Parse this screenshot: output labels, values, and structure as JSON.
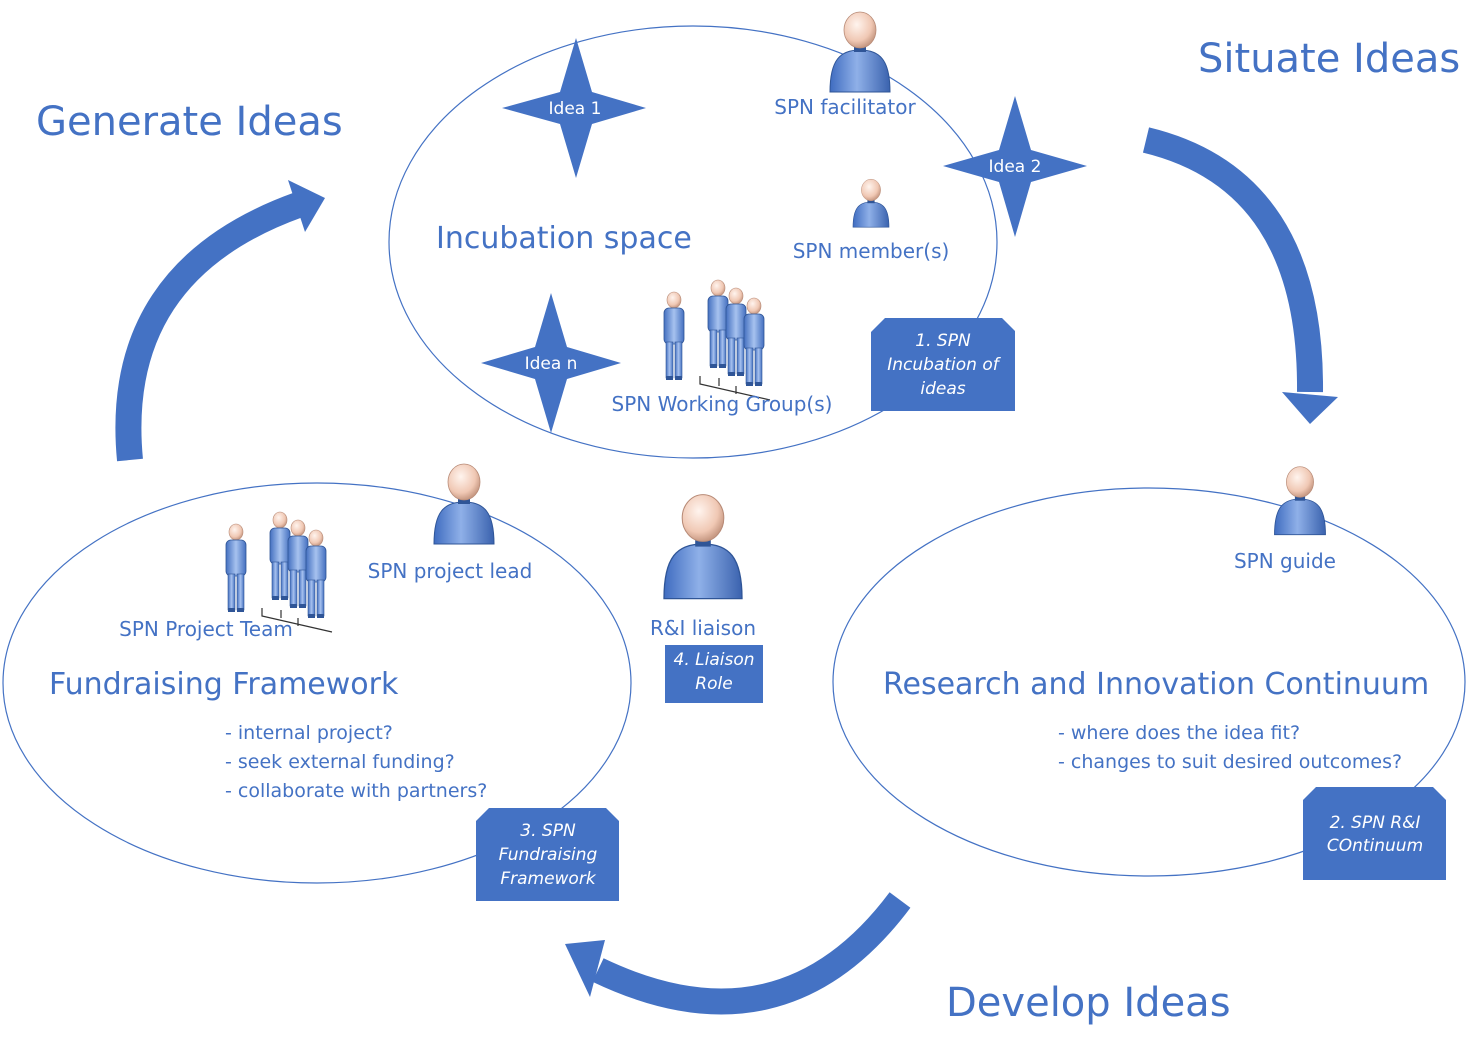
{
  "cycle": {
    "generate": "Generate Ideas",
    "situate": "Situate Ideas",
    "develop": "Develop Ideas"
  },
  "incubation": {
    "title": "Incubation space",
    "ideas": [
      "Idea 1",
      "Idea 2",
      "Idea n"
    ],
    "facilitator": "SPN facilitator",
    "members": "SPN member(s)",
    "working_groups": "SPN Working Group(s)",
    "tag": [
      "1. SPN",
      "Incubation of",
      "ideas"
    ]
  },
  "fundraising": {
    "title": "Fundraising Framework",
    "project_lead": "SPN project lead",
    "project_team": "SPN Project Team",
    "bullets": [
      "- internal project?",
      "- seek external funding?",
      "- collaborate with partners?"
    ],
    "tag": [
      "3. SPN",
      "Fundraising",
      "Framework"
    ]
  },
  "research": {
    "title": "Research and Innovation Continuum",
    "guide": "SPN guide",
    "bullets": [
      "- where does the idea fit?",
      "- changes to suit desired outcomes?"
    ],
    "tag": [
      "2. SPN R&I",
      "COntinuum"
    ]
  },
  "liaison": {
    "label": "R&I liaison",
    "tag": [
      "4. Liaison",
      "Role"
    ]
  },
  "colors": {
    "accent": "#4472c4",
    "tag_fill": "#4472c4",
    "person_body": "#5b86d4",
    "person_head": "#f3d3c3"
  }
}
